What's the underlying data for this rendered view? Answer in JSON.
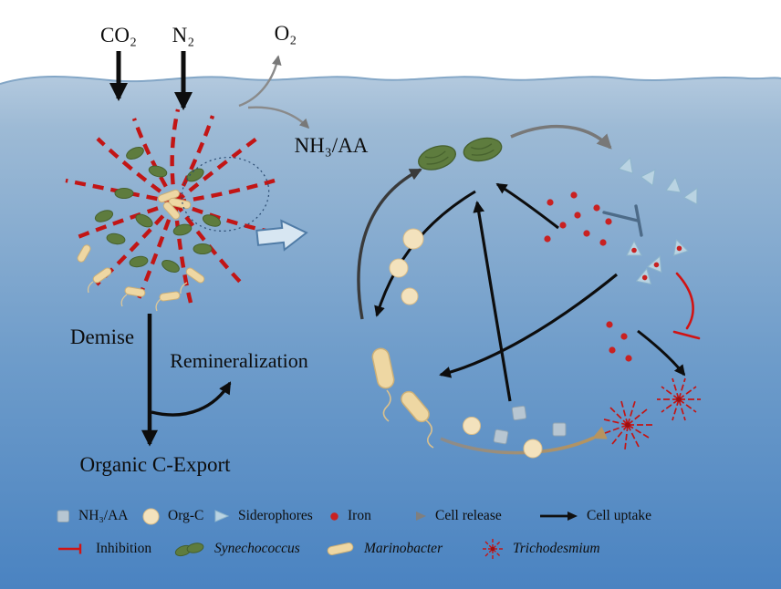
{
  "labels": {
    "co2": "CO₂",
    "n2": "N₂",
    "o2": "O₂",
    "nh3_aa": "NH₃/AA",
    "demise": "Demise",
    "remineralization": "Remineralization",
    "organic_c_export": "Organic C-Export"
  },
  "legend": {
    "row1": [
      {
        "icon": "nh3aa-square-icon",
        "label": "NH₃/AA"
      },
      {
        "icon": "org-c-circle-icon",
        "label": "Org-C"
      },
      {
        "icon": "siderophore-triangle-icon",
        "label": "Siderophores"
      },
      {
        "icon": "iron-dot-icon",
        "label": "Iron"
      },
      {
        "icon": "cell-release-arrow-icon",
        "label": "Cell release"
      },
      {
        "icon": "cell-uptake-arrow-icon",
        "label": "Cell uptake"
      }
    ],
    "row2": [
      {
        "icon": "inhibition-tbar-icon",
        "label": "Inhibition"
      },
      {
        "icon": "synechococcus-icon",
        "label": "Synechococcus"
      },
      {
        "icon": "marinobacter-icon",
        "label": "Marinobacter"
      },
      {
        "icon": "trichodesmium-icon",
        "label": "Trichodesmium"
      }
    ]
  },
  "colors": {
    "ocean_top": "#b3c9de",
    "ocean_bottom": "#4a83c1",
    "trichodesmium_red": "#c41414",
    "synechococcus_green": "#5e7c3e",
    "marinobacter_tan": "#eed7a3",
    "org_c_tan": "#f3e2bd",
    "nh3_square_gray": "#b7c6d2",
    "siderophore_blue": "#b9d3e2",
    "iron_red": "#c92121",
    "arrow_black": "#0d0d0d",
    "arrow_gray": "#787878",
    "inhibition_red": "#d11313"
  }
}
